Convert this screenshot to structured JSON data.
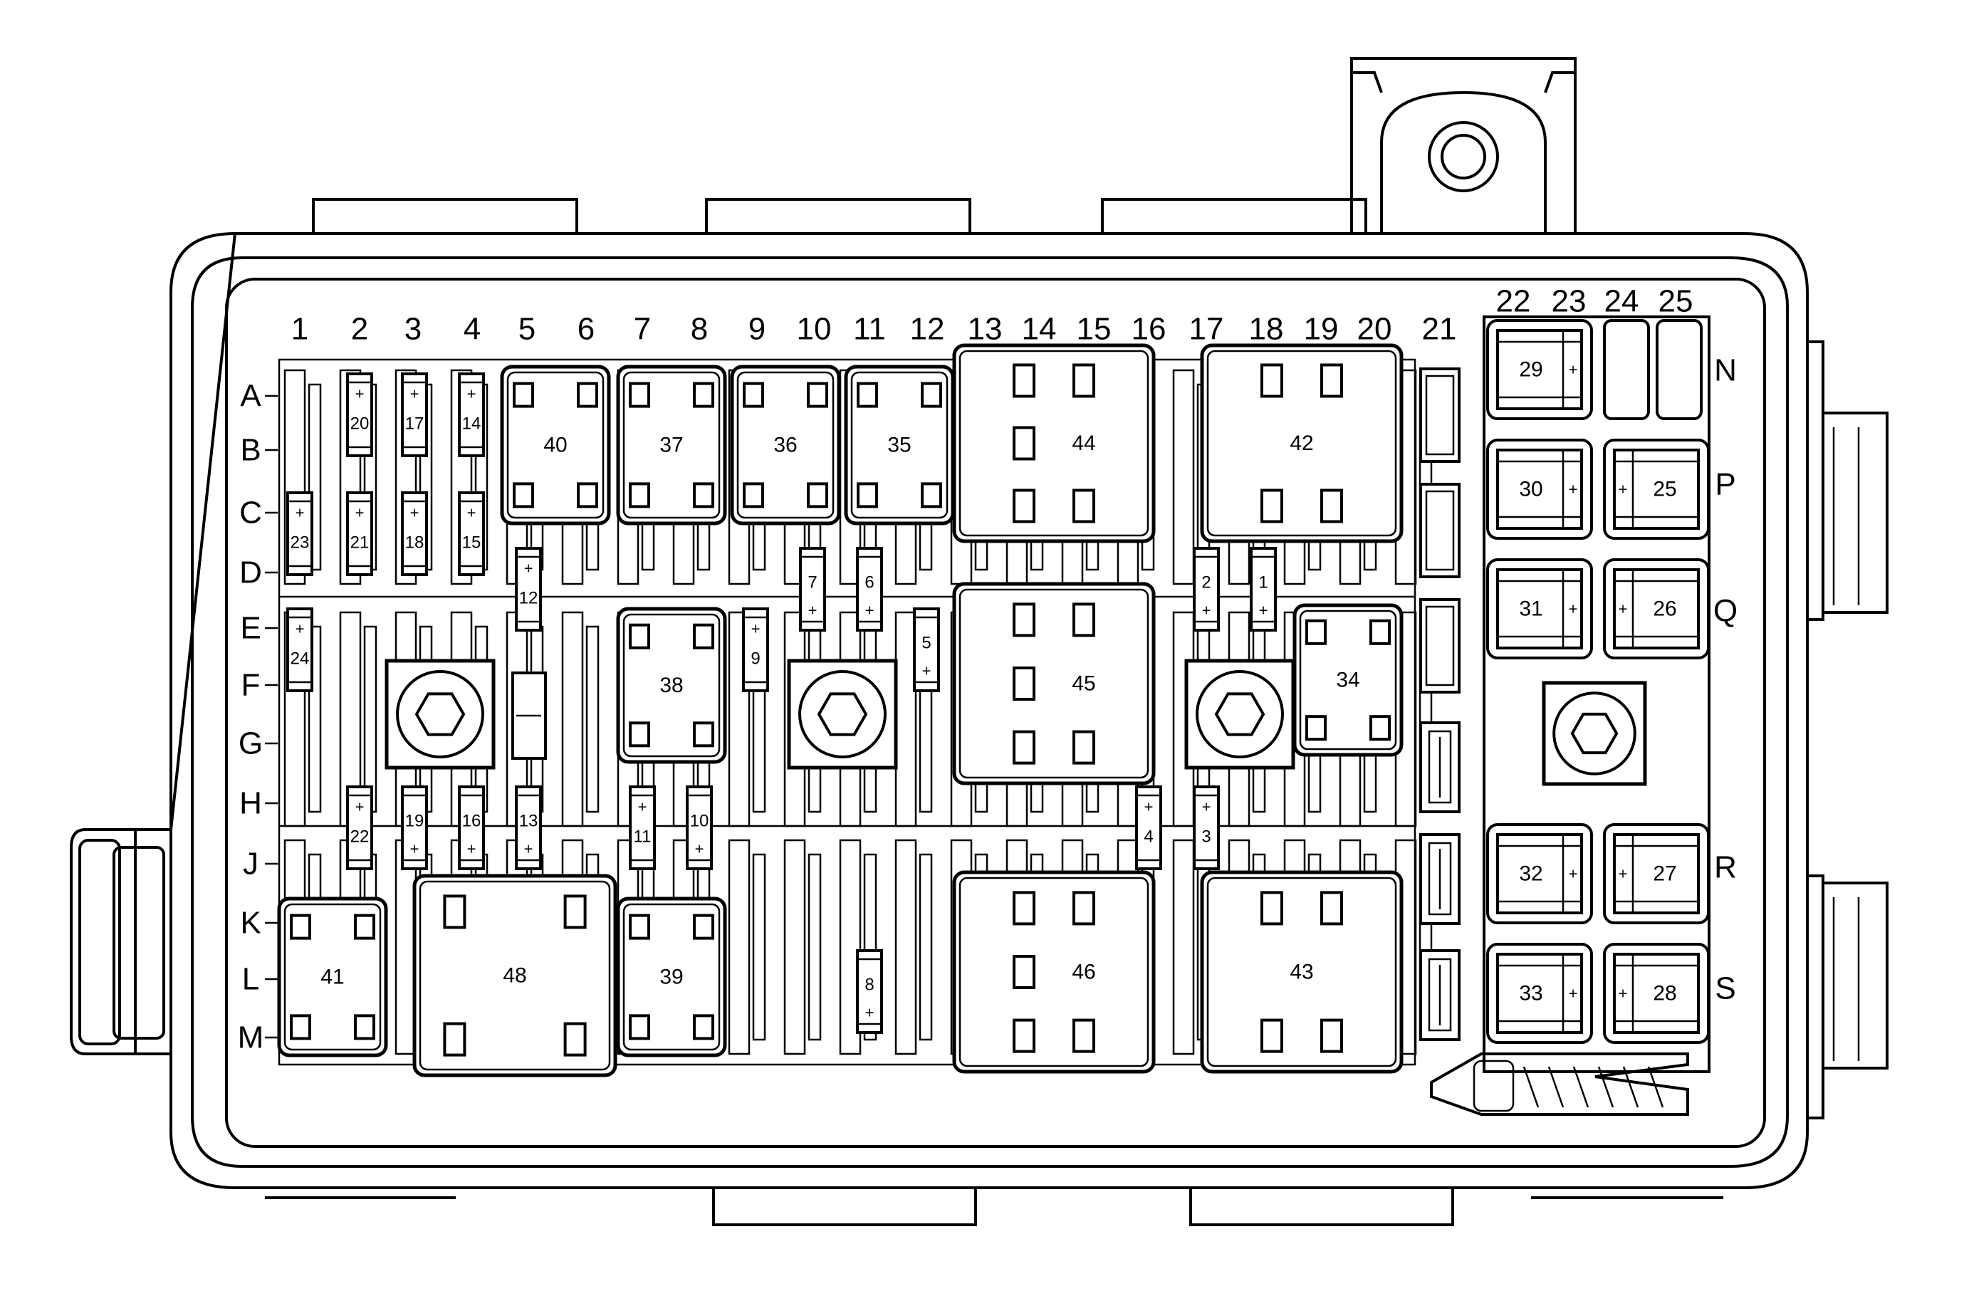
{
  "columns_left": [
    "1",
    "2",
    "3",
    "4",
    "5",
    "6",
    "7",
    "8",
    "9",
    "10",
    "11",
    "12",
    "13",
    "14",
    "15",
    "16",
    "17",
    "18",
    "19",
    "20",
    "21"
  ],
  "columns_right": [
    "22",
    "23",
    "24",
    "25"
  ],
  "rows_left": [
    "A",
    "B",
    "C",
    "D",
    "E",
    "F",
    "G",
    "H",
    "J",
    "K",
    "L",
    "M"
  ],
  "rows_right": [
    "N",
    "P",
    "Q",
    "R",
    "S"
  ],
  "relays": [
    "40",
    "37",
    "36",
    "35",
    "44",
    "42",
    "38",
    "45",
    "34",
    "41",
    "48",
    "39",
    "46",
    "43"
  ],
  "fuses_vertical": [
    "20",
    "17",
    "14",
    "23",
    "21",
    "18",
    "15",
    "12",
    "7",
    "6",
    "2",
    "1",
    "24",
    "9",
    "5",
    "22",
    "19",
    "16",
    "13",
    "11",
    "10",
    "4",
    "3",
    "8"
  ],
  "side_fuses": [
    "29",
    "30",
    "25",
    "31",
    "26",
    "32",
    "27",
    "33",
    "28"
  ],
  "plus_sign": "+",
  "colors": {
    "line": "#000000",
    "background": "#ffffff"
  }
}
